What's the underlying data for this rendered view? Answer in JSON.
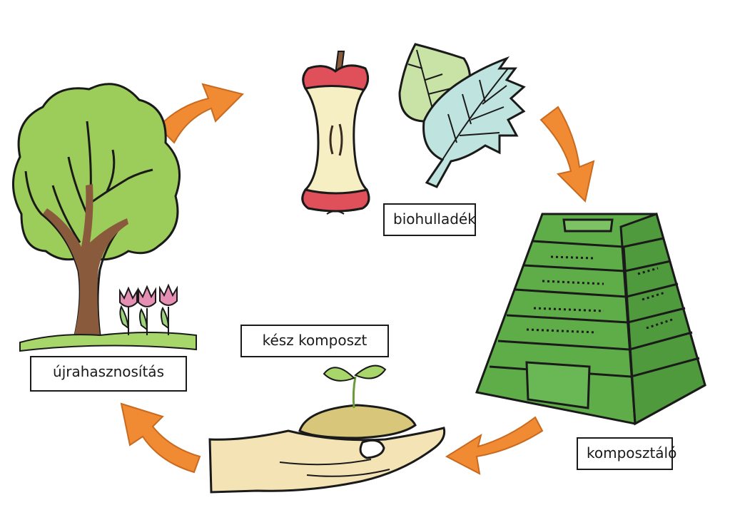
{
  "labels": {
    "biowaste": "biohulladék",
    "ready_compost": "kész komposzt",
    "reuse": "újrahasznosítás",
    "composter": "komposztáló"
  },
  "colors": {
    "arrow": "#f08a33",
    "tree_foliage": "#9ccc5a",
    "trunk": "#8a5a3c",
    "composter": "#5fad49",
    "leaf_light": "#c9e3a6",
    "leaf_blue": "#bfe3de",
    "apple_red": "#e0505a",
    "apple_flesh": "#f6efc4",
    "soil": "#d8c77a",
    "hand": "#f3e3b5",
    "sprout": "#a8d66a",
    "tulip": "#e58fb5"
  },
  "icons": [
    "tree-icon",
    "tulips-icon",
    "apple-core-icon",
    "leaves-icon",
    "composter-icon",
    "hand-with-soil-icon",
    "sprout-icon",
    "cycle-arrow-icon"
  ]
}
